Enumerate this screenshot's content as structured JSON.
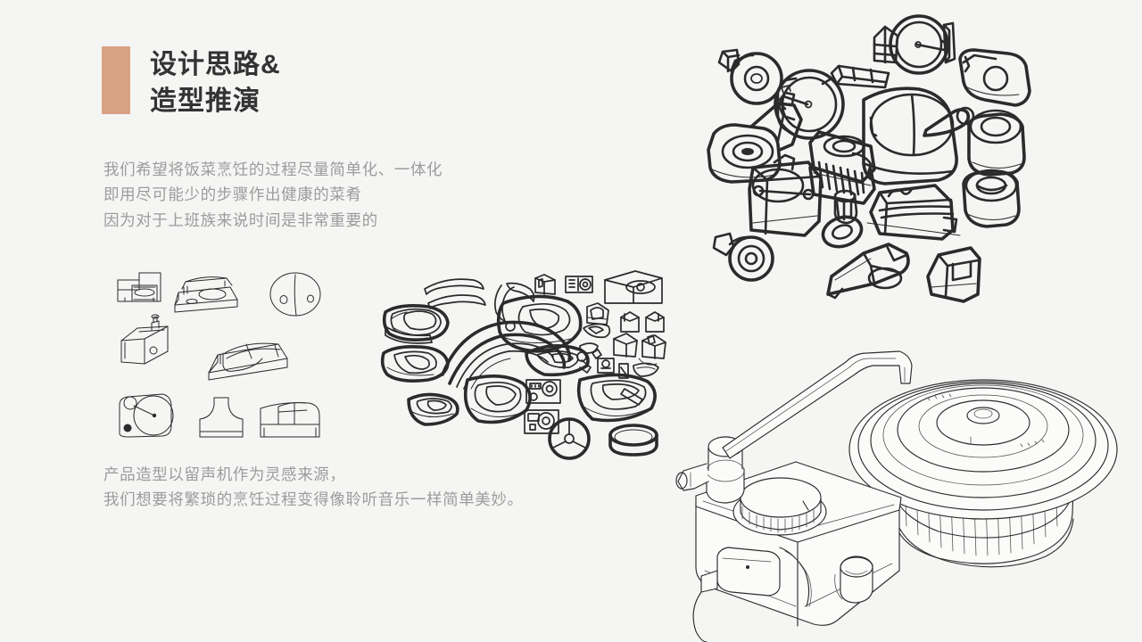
{
  "slide": {
    "background_color": "#f5f5f4",
    "accent_color": "#d9a183",
    "title_color": "#333333",
    "body_color": "#9c9c9c"
  },
  "header": {
    "title_line1": "设计思路&",
    "title_line2": "造型推演",
    "title_full": "设计思路&\n造型推演"
  },
  "body": {
    "intro_paragraph": "我们希望将饭菜烹饪的过程尽量简单化、一体化\n即用尽可能少的步骤作出健康的菜肴\n因为对于上班族来说时间是非常重要的",
    "intro_lines": [
      "我们希望将饭菜烹饪的过程尽量简单化、一体化",
      "即用尽可能少的步骤作出健康的菜肴",
      "因为对于上班族来说时间是非常重要的"
    ],
    "caption_paragraph": "产品造型以留声机作为灵感来源，\n我们想要将繁琐的烹饪过程变得像聆听音乐一样简单美妙。",
    "caption_lines": [
      "产品造型以留声机作为灵感来源，",
      "我们想要将繁琐的烹饪过程变得像聆听音乐一样简单美妙。"
    ]
  },
  "sketches": {
    "structured_cluster": {
      "name": "structured-form-studies",
      "description": "九个规整的产品体块透视草图",
      "item_count": 9
    },
    "freehand_cluster": {
      "name": "freehand-form-exploration",
      "description": "密集的手绘造型推演草图群",
      "item_count": 24
    },
    "ink_cluster": {
      "name": "bold-ink-concept-sketches",
      "description": "粗线条家电与工具造型概念草图",
      "item_count": 16
    }
  },
  "product_render": {
    "name": "gramophone-cooker-render",
    "description": "留声机造型一体化烹饪器线稿渲染",
    "parts": [
      "唱盘式锅盖",
      "竖纹锅体",
      "侧提手",
      "唱臂",
      "唱臂支点",
      "控制旋钮",
      "侧边按钮",
      "磁吸电源接口",
      "电源线"
    ]
  }
}
